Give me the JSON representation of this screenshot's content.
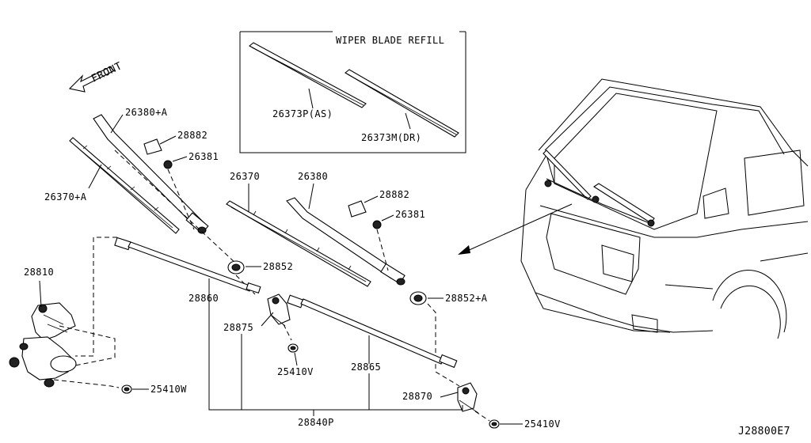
{
  "labels": {
    "front": "FRONT",
    "refill_title": "WIPER BLADE REFILL",
    "p26373P": "26373P(AS)",
    "p26373M": "26373M(DR)",
    "p26380A": "26380+A",
    "p28882a": "28882",
    "p26381a": "26381",
    "p26370A": "26370+A",
    "p26370": "26370",
    "p26380": "26380",
    "p28882b": "28882",
    "p26381b": "26381",
    "p28852": "28852",
    "p28852A": "28852+A",
    "p28810": "28810",
    "p28860": "28860",
    "p28875": "28875",
    "p25410Va": "25410V",
    "p28865": "28865",
    "p25410W": "25410W",
    "p28870": "28870",
    "p28840P": "28840P",
    "p25410Vb": "25410V",
    "diagram_code": "J28800E7"
  }
}
